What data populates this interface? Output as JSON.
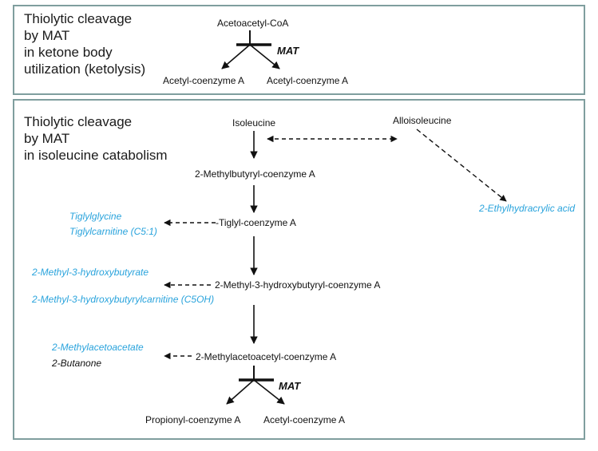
{
  "top": {
    "heading": [
      "Thiolytic cleavage",
      "by MAT",
      "in ketone body",
      "utilization (ketolysis)"
    ],
    "substrate": "Acetoacetyl-CoA",
    "enzyme": "MAT",
    "product_left": "Acetyl-coenzyme A",
    "product_right": "Acetyl-coenzyme A"
  },
  "bottom": {
    "heading": [
      "Thiolytic cleavage",
      "by MAT",
      "in isoleucine catabolism"
    ],
    "isoleucine": "Isoleucine",
    "alloisoleucine": "Alloisoleucine",
    "ethylhydracrylic": "2-Ethylhydracrylic acid",
    "methylbutyryl": "2-Methylbutyryl-coenzyme A",
    "tiglylglycine": "Tiglylglycine",
    "tiglylcarnitine": "Tiglylcarnitine (C5:1)",
    "tiglyl_coa": "-Tiglyl-coenzyme A",
    "hydroxybutyrate": "2-Methyl-3-hydroxybutyrate",
    "hydroxybutyrylcarnitine": "2-Methyl-3-hydroxybutyrylcarnitine (C5OH)",
    "hydroxybutyryl_coa": "2-Methyl-3-hydroxybutyryl-coenzyme A",
    "methylacetoacetate": "2-Methylacetoacetate",
    "butanone": "2-Butanone",
    "methylacetoacetyl_coa": "2-Methylacetoacetyl-coenzyme A",
    "enzyme": "MAT",
    "propionyl_coa": "Propionyl-coenzyme A",
    "acetyl_coa": "Acetyl-coenzyme A"
  }
}
